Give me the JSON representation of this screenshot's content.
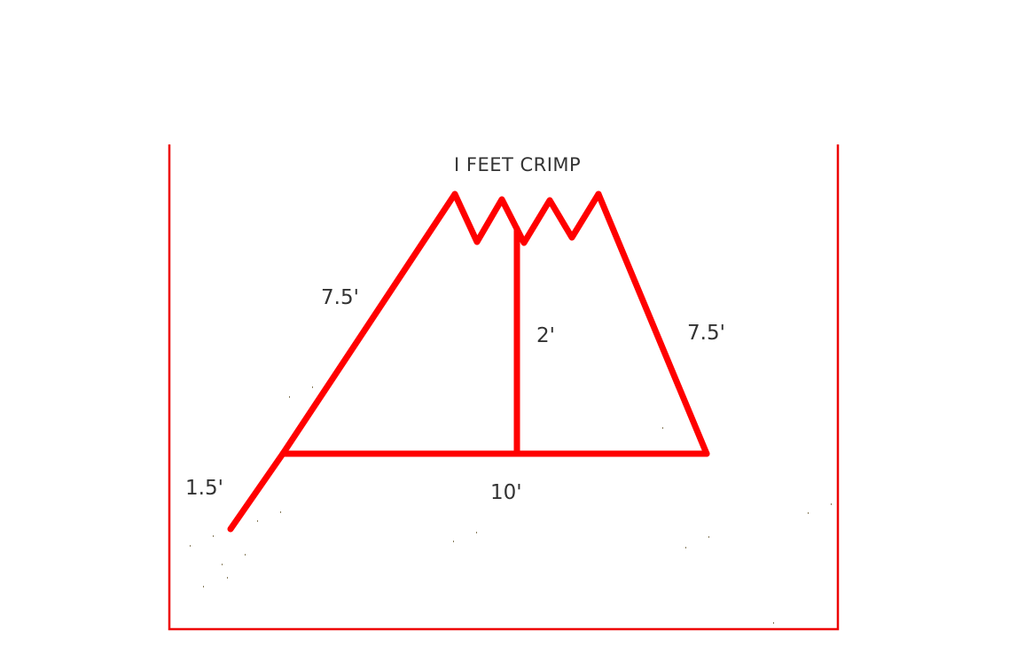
{
  "diagram": {
    "title": "I FEET CRIMP",
    "labels": {
      "left_side": "7.5'",
      "right_side": "7.5'",
      "height": "2'",
      "base": "10'",
      "flange": "1.5'"
    },
    "colors": {
      "shape_stroke": "#ff0000",
      "frame_stroke": "#ee0000",
      "text": "#333333",
      "background": "#ffffff"
    }
  }
}
